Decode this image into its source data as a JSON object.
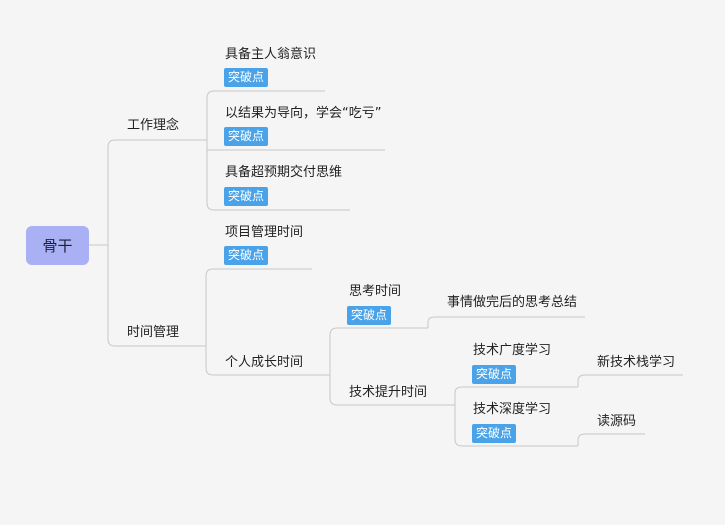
{
  "root": "骨干",
  "tag_text": "突破点",
  "nodes": {
    "work_concept": "工作理念",
    "owner": "具备主人翁意识",
    "result": "以结果为导向，学会“吃亏”",
    "exceed": "具备超预期交付思维",
    "time_mgmt": "时间管理",
    "project_time": "项目管理时间",
    "personal_growth": "个人成长时间",
    "thinking_time": "思考时间",
    "summary": "事情做完后的思考总结",
    "tech_time": "技术提升时间",
    "breadth": "技术广度学习",
    "new_stack": "新技术栈学习",
    "depth": "技术深度学习",
    "read_source": "读源码"
  }
}
